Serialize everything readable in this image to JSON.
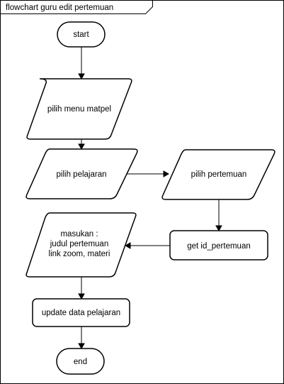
{
  "diagram": {
    "title": "flowchart guru edit pertemuan",
    "nodes": {
      "start": "start",
      "pilih_menu_matpel": "pilih menu matpel",
      "pilih_pelajaran": "pilih pelajaran",
      "pilih_pertemuan": "pilih pertemuan",
      "get_id_pertemuan": "get id_pertemuan",
      "masukan": [
        "masukan :",
        "judul pertemuan",
        "link zoom, materi"
      ],
      "update_data_pelajaran": "update data pelajaran",
      "end": "end"
    }
  }
}
